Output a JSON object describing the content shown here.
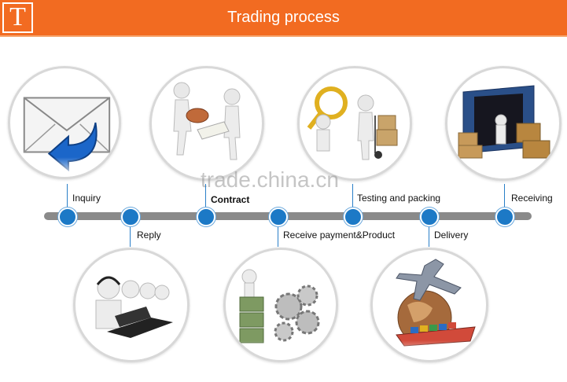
{
  "header": {
    "logo_letter": "T",
    "title": "Trading process",
    "accent_color": "#f26b21"
  },
  "watermark": "trade.china.cn",
  "steps": [
    {
      "label": "Inquiry",
      "icon": "envelope-reply-icon"
    },
    {
      "label": "Reply",
      "icon": "call-center-icon"
    },
    {
      "label": "Contract",
      "icon": "handshake-contract-icon"
    },
    {
      "label": "Receive payment&Product",
      "icon": "money-and-gears-icon"
    },
    {
      "label": "Testing and packing",
      "icon": "inspection-packing-icon"
    },
    {
      "label": "Delivery",
      "icon": "airplane-ship-globe-icon"
    },
    {
      "label": "Receiving",
      "icon": "container-boxes-icon"
    }
  ]
}
